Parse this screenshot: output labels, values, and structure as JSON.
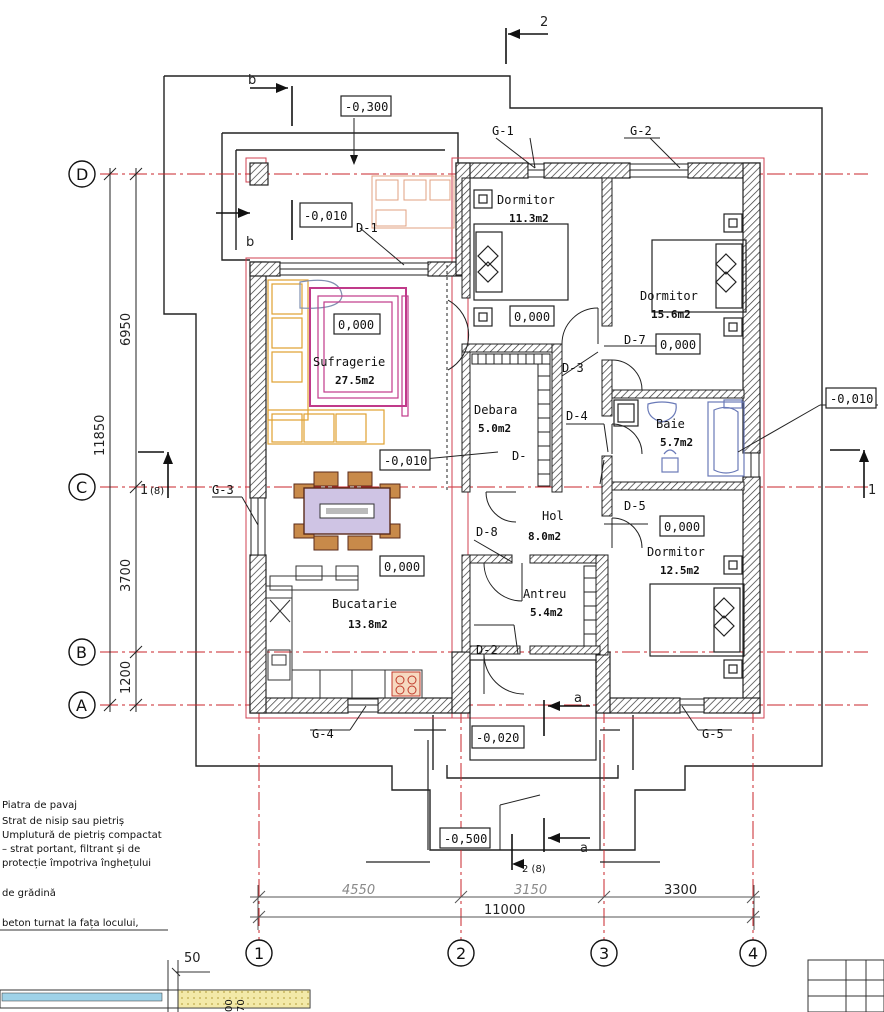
{
  "rooms": {
    "dormitor1": {
      "name": "Dormitor",
      "area": "11.3m2"
    },
    "dormitor2": {
      "name": "Dormitor",
      "area": "15.6m2"
    },
    "dormitor3": {
      "name": "Dormitor",
      "area": "12.5m2"
    },
    "sufragerie": {
      "name": "Sufragerie",
      "area": "27.5m2"
    },
    "debara": {
      "name": "Debara",
      "area": "5.0m2"
    },
    "baie": {
      "name": "Baie",
      "area": "5.7m2"
    },
    "hol": {
      "name": "Hol",
      "area": "8.0m2"
    },
    "antreu": {
      "name": "Antreu",
      "area": "5.4m2"
    },
    "bucatarie": {
      "name": "Bucatarie",
      "area": "13.8m2"
    }
  },
  "elevations": {
    "terrace_top": "-0,300",
    "terrace": "-0,010",
    "sufragerie": "0,000",
    "dormitor1": "0,000",
    "dormitor2": "0,000",
    "hol_side": "-0,010",
    "baie_side": "-0,010",
    "dormitor3": "0,000",
    "bucatarie": "0,000",
    "entry": "-0,020",
    "steps": "-0,500"
  },
  "windows": {
    "g1": "G-1",
    "g2": "G-2",
    "g3": "G-3",
    "g4": "G-4",
    "g5": "G-5"
  },
  "doors": {
    "d1": "D-1",
    "d2": "D-2",
    "d3": "D-3",
    "d4": "D-4",
    "d5": "D-5",
    "d7": "D-7",
    "d8": "D-8",
    "d9": "D-"
  },
  "axes_rows": {
    "d": "D",
    "c": "C",
    "b": "B",
    "a": "A"
  },
  "axes_cols": {
    "c1": "1",
    "c2": "2",
    "c3": "3",
    "c4": "4"
  },
  "dims_vertical": {
    "total": "11850",
    "dc": "6950",
    "cb": "3700",
    "ba": "1200"
  },
  "dims_horizontal": {
    "d12": "4550",
    "d23": "3150",
    "d34": "3300",
    "total": "11000",
    "small": "50"
  },
  "sections": {
    "top": "2",
    "b_top": "b",
    "b_bottom": "b",
    "right": "1",
    "left": "1",
    "left_ref": "(8)",
    "a_upper": "a",
    "a_lower": "a",
    "bottom_ref": "2 (8)"
  },
  "legend": [
    "Piatra de pavaj",
    "Strat de nisip sau pietriș",
    "Umplutură de pietriș compactat",
    "– strat portant, filtrant și de",
    "protecție împotriva înghețului",
    "de grădină",
    "beton turnat la fața locului,"
  ],
  "detail_labels": {
    "d1": "00",
    "d2": "70"
  }
}
